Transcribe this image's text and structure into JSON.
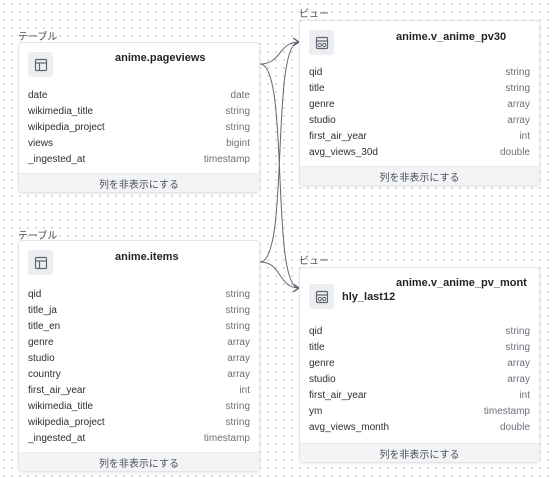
{
  "labels": {
    "table": "テーブル",
    "view": "ビュー",
    "hide_columns": "列を非表示にする"
  },
  "nodes": {
    "pageviews": {
      "title": "anime.pageviews",
      "icon": "table-icon",
      "columns": [
        {
          "name": "date",
          "type": "date"
        },
        {
          "name": "wikimedia_title",
          "type": "string"
        },
        {
          "name": "wikipedia_project",
          "type": "string"
        },
        {
          "name": "views",
          "type": "bigint"
        },
        {
          "name": "_ingested_at",
          "type": "timestamp"
        }
      ]
    },
    "items": {
      "title": "anime.items",
      "icon": "table-icon",
      "columns": [
        {
          "name": "qid",
          "type": "string"
        },
        {
          "name": "title_ja",
          "type": "string"
        },
        {
          "name": "title_en",
          "type": "string"
        },
        {
          "name": "genre",
          "type": "array"
        },
        {
          "name": "studio",
          "type": "array"
        },
        {
          "name": "country",
          "type": "array"
        },
        {
          "name": "first_air_year",
          "type": "int"
        },
        {
          "name": "wikimedia_title",
          "type": "string"
        },
        {
          "name": "wikipedia_project",
          "type": "string"
        },
        {
          "name": "_ingested_at",
          "type": "timestamp"
        }
      ]
    },
    "pv30": {
      "title": "anime.v_anime_pv30",
      "icon": "view-icon",
      "columns": [
        {
          "name": "qid",
          "type": "string"
        },
        {
          "name": "title",
          "type": "string"
        },
        {
          "name": "genre",
          "type": "array"
        },
        {
          "name": "studio",
          "type": "array"
        },
        {
          "name": "first_air_year",
          "type": "int"
        },
        {
          "name": "avg_views_30d",
          "type": "double"
        }
      ]
    },
    "monthly": {
      "title_line1": "anime.v_anime_pv_mont",
      "title_line2": "hly_last12",
      "icon": "view-icon",
      "columns": [
        {
          "name": "qid",
          "type": "string"
        },
        {
          "name": "title",
          "type": "string"
        },
        {
          "name": "genre",
          "type": "array"
        },
        {
          "name": "studio",
          "type": "array"
        },
        {
          "name": "first_air_year",
          "type": "int"
        },
        {
          "name": "ym",
          "type": "timestamp"
        },
        {
          "name": "avg_views_month",
          "type": "double"
        }
      ]
    }
  },
  "edges": [
    {
      "from": "pageviews",
      "to": "pv30"
    },
    {
      "from": "pageviews",
      "to": "monthly"
    },
    {
      "from": "items",
      "to": "pv30"
    },
    {
      "from": "items",
      "to": "monthly"
    }
  ],
  "colors": {
    "edge": "#5f6670",
    "icon": "#5f6670"
  }
}
